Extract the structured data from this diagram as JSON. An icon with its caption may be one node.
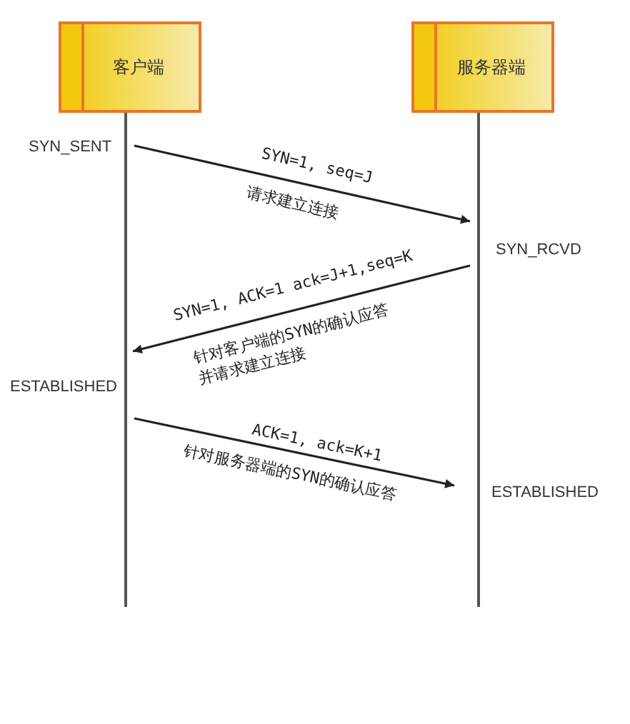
{
  "diagram": {
    "nodes": [
      {
        "text": [
          "客户端"
        ]
      },
      {
        "text": [
          "服务器端"
        ]
      }
    ],
    "edges": [
      {
        "from": 0,
        "to": 1,
        "arrow": "to",
        "label": "SYN=1, seq=J"
      },
      {
        "from": 1,
        "to": 0,
        "arrow": "to",
        "label": "SYN=1, ACK=1  ack=J+1,seq=K"
      },
      {
        "from": 0,
        "to": 1,
        "arrow": "to",
        "label": "ACK=1, ack=K+1"
      }
    ],
    "labels": [
      "SYN_SENT",
      "请求建立连接",
      "SYN_RCVD",
      "针对客户端的SYN的确认应答并请求建立连接",
      "ESTABLISHED",
      "针对服务器端的SYN的确认应答",
      "ESTABLISHED"
    ]
  }
}
